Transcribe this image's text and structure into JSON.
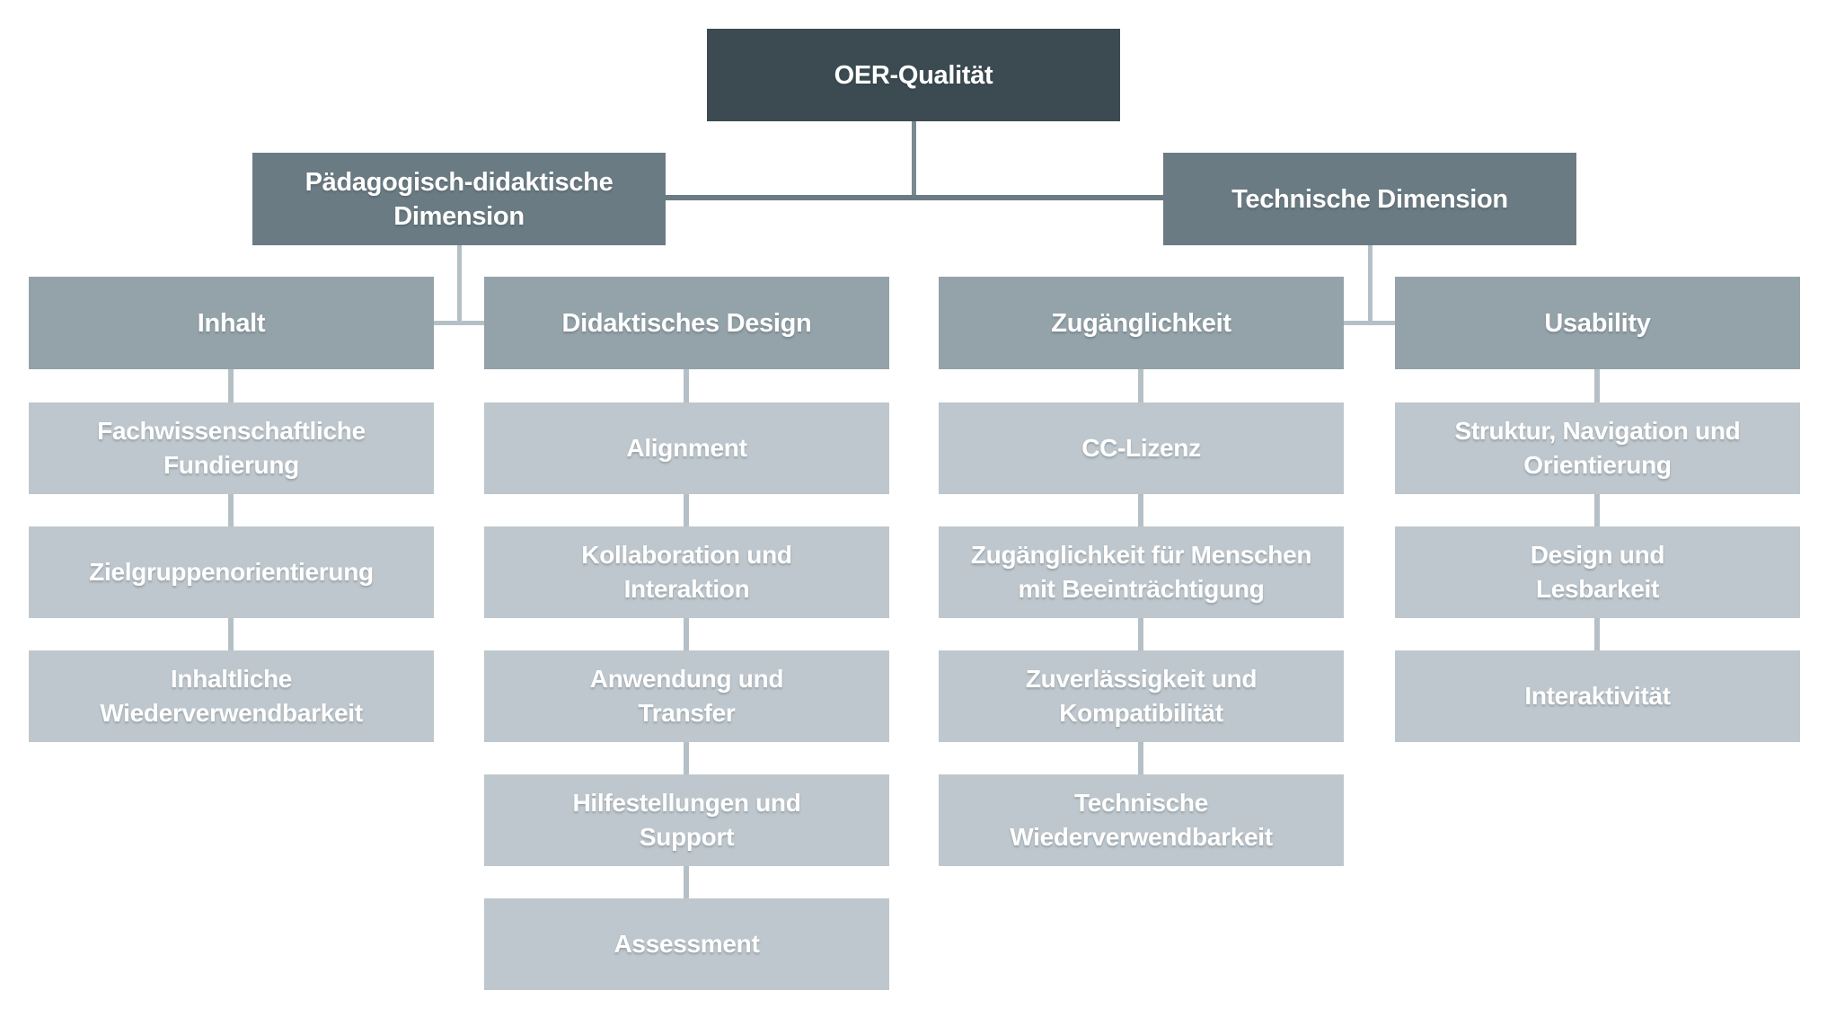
{
  "colors": {
    "level1_box": "#3b4b51",
    "level2_box": "#6b7b83",
    "level3_box": "#94a2a9",
    "level4_box": "#bec7cd",
    "connector_dark": "#6b7b83",
    "connector_mid": "#7b8a91",
    "connector_light": "#b5c0c6",
    "text": "#ffffff",
    "background": "#ffffff"
  },
  "nodes": {
    "oer": {
      "lines": [
        "OER-Qualität"
      ]
    },
    "paedagogisch": {
      "lines": [
        "Pädagogisch-didaktische",
        "Dimension"
      ]
    },
    "technisch": {
      "lines": [
        "Technische Dimension"
      ]
    },
    "inhalt": {
      "lines": [
        "Inhalt"
      ]
    },
    "didaktisches_design": {
      "lines": [
        "Didaktisches Design"
      ]
    },
    "zugaenglichkeit": {
      "lines": [
        "Zugänglichkeit"
      ]
    },
    "usability": {
      "lines": [
        "Usability"
      ]
    },
    "fachwissenschaftliche_fundierung": {
      "lines": [
        "Fachwissenschaftliche",
        "Fundierung"
      ]
    },
    "zielgruppenorientierung": {
      "lines": [
        "Zielgruppenorientierung"
      ]
    },
    "inhaltliche_wiederverwendbarkeit": {
      "lines": [
        "Inhaltliche",
        "Wiederverwendbarkeit"
      ]
    },
    "alignment": {
      "lines": [
        "Alignment"
      ]
    },
    "kollaboration_interaktion": {
      "lines": [
        "Kollaboration und",
        "Interaktion"
      ]
    },
    "anwendung_transfer": {
      "lines": [
        "Anwendung und",
        "Transfer"
      ]
    },
    "hilfestellungen_support": {
      "lines": [
        "Hilfestellungen und",
        "Support"
      ]
    },
    "assessment": {
      "lines": [
        "Assessment"
      ]
    },
    "cc_lizenz": {
      "lines": [
        "CC-Lizenz"
      ]
    },
    "zugaenglichkeit_menschen": {
      "lines": [
        "Zugänglichkeit für Menschen",
        "mit Beeinträchtigung"
      ]
    },
    "zuverlaessigkeit_kompatibilitaet": {
      "lines": [
        "Zuverlässigkeit und",
        "Kompatibilität"
      ]
    },
    "technische_wiederverwendbarkeit": {
      "lines": [
        "Technische",
        "Wiederverwendbarkeit"
      ]
    },
    "struktur_navigation_orientierung": {
      "lines": [
        "Struktur, Navigation und",
        "Orientierung"
      ]
    },
    "design_lesbarkeit": {
      "lines": [
        "Design und",
        "Lesbarkeit"
      ]
    },
    "interaktivitaet": {
      "lines": [
        "Interaktivität"
      ]
    }
  }
}
